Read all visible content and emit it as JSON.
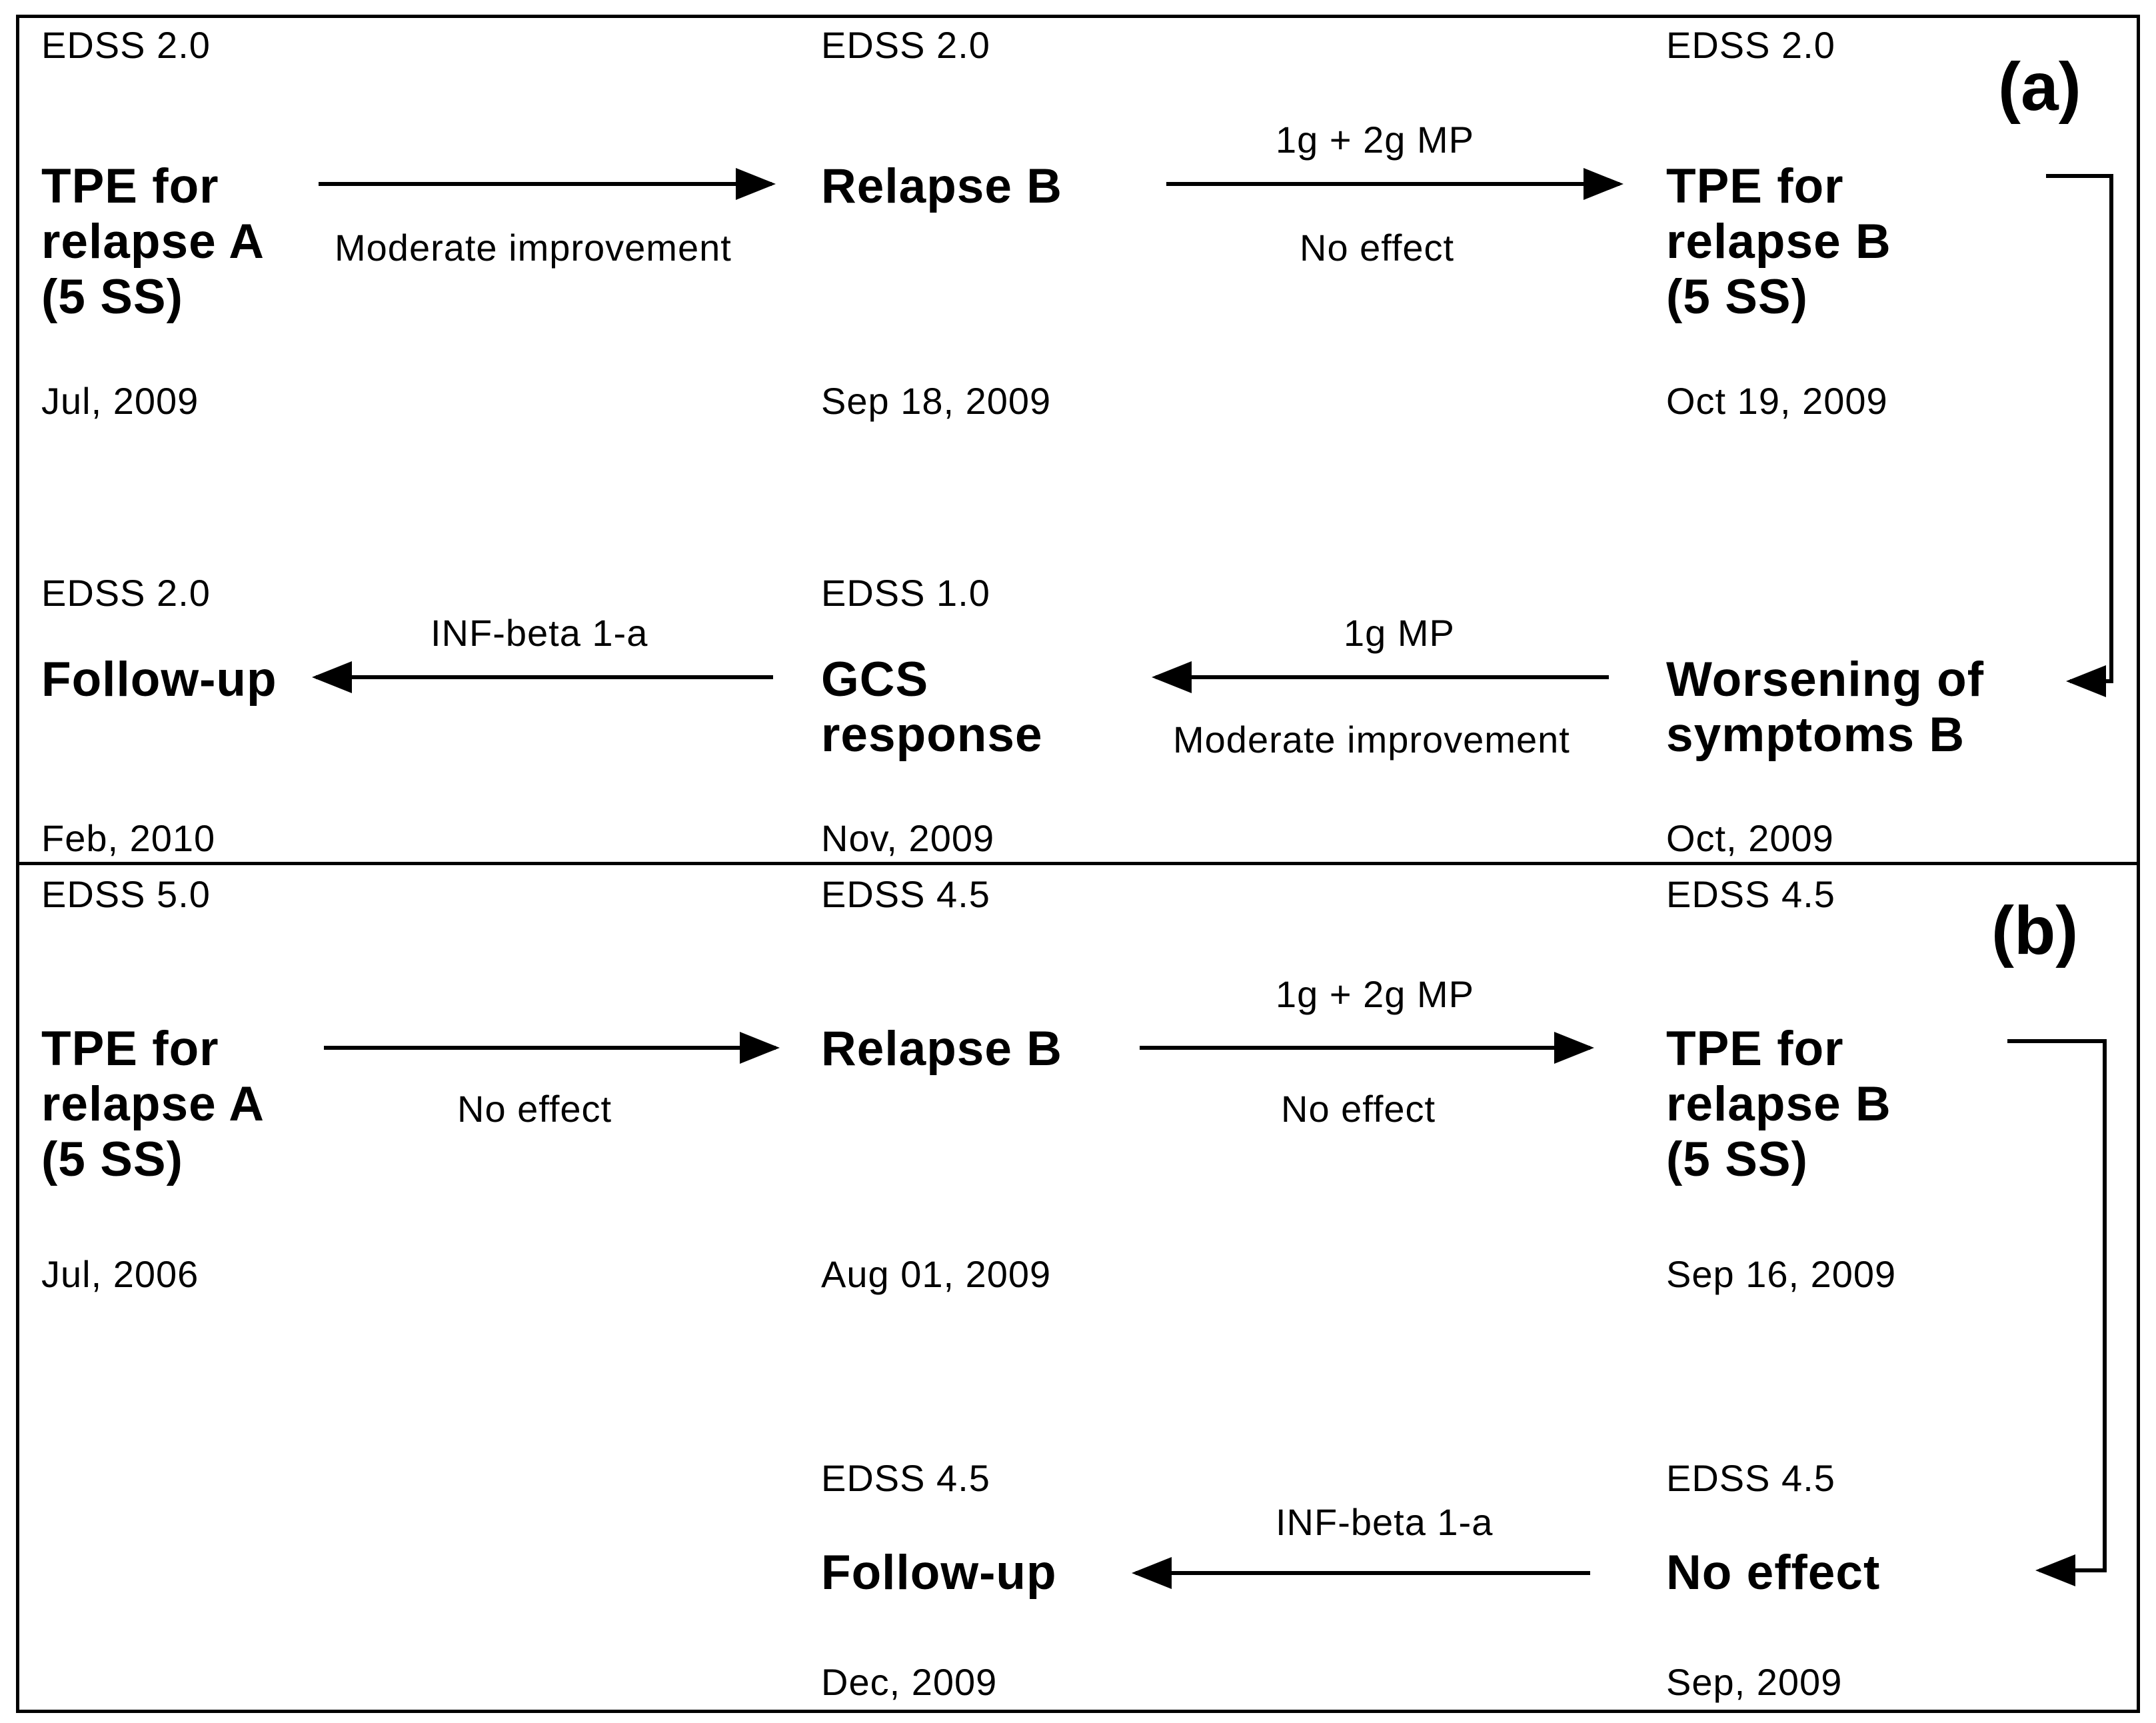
{
  "panels": {
    "a": {
      "tag": "(a)",
      "nodes": {
        "n1": {
          "edss": "EDSS 2.0",
          "lines": [
            "TPE for",
            "relapse A",
            "(5 SS)"
          ],
          "date": "Jul, 2009"
        },
        "n2": {
          "edss": "EDSS 2.0",
          "lines": [
            "Relapse B"
          ],
          "date": "Sep 18, 2009"
        },
        "n3": {
          "edss": "EDSS 2.0",
          "lines": [
            "TPE for",
            "relapse B",
            "(5 SS)"
          ],
          "date": "Oct 19, 2009"
        },
        "n4": {
          "edss": "EDSS 2.0",
          "lines": [
            "Follow-up"
          ],
          "date": "Feb, 2010"
        },
        "n5": {
          "edss": "EDSS 1.0",
          "lines": [
            "GCS",
            "response"
          ],
          "date": "Nov, 2009"
        },
        "n6": {
          "edss": "",
          "lines": [
            "Worsening of",
            "symptoms B"
          ],
          "date": "Oct, 2009"
        }
      },
      "edges": {
        "e12": {
          "above": "",
          "below": "Moderate improvement"
        },
        "e23": {
          "above": "1g + 2g MP",
          "below": "No effect"
        },
        "e65": {
          "above": "1g MP",
          "below": "Moderate improvement"
        },
        "e54": {
          "above": "INF-beta 1-a",
          "below": ""
        }
      }
    },
    "b": {
      "tag": "(b)",
      "nodes": {
        "n1": {
          "edss": "EDSS 5.0",
          "lines": [
            "TPE for",
            "relapse A",
            "(5 SS)"
          ],
          "date": "Jul, 2006"
        },
        "n2": {
          "edss": "EDSS 4.5",
          "lines": [
            "Relapse B"
          ],
          "date": "Aug 01, 2009"
        },
        "n3": {
          "edss": "EDSS 4.5",
          "lines": [
            "TPE for",
            "relapse B",
            "(5 SS)"
          ],
          "date": "Sep 16, 2009"
        },
        "n5": {
          "edss": "EDSS 4.5",
          "lines": [
            "Follow-up"
          ],
          "date": "Dec, 2009"
        },
        "n6": {
          "edss": "EDSS 4.5",
          "lines": [
            "No effect"
          ],
          "date": "Sep, 2009"
        }
      },
      "edges": {
        "e12": {
          "above": "",
          "below": "No effect"
        },
        "e23": {
          "above": "1g + 2g MP",
          "below": "No effect"
        },
        "e65": {
          "above": "INF-beta 1-a",
          "below": ""
        }
      }
    }
  }
}
